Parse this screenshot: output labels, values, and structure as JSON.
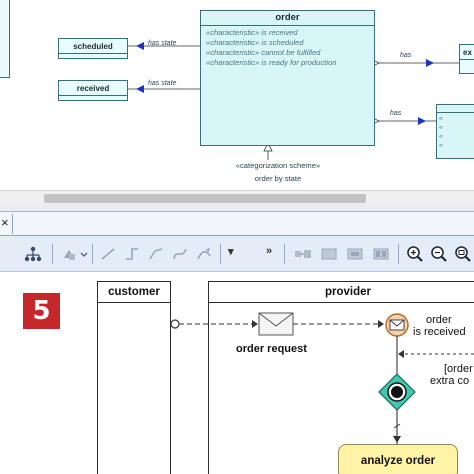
{
  "class_diagram": {
    "order_class": {
      "name": "order",
      "attributes": [
        "«characteristic» is received",
        "«characteristic» is scheduled",
        "«characteristic» cannot be fulfilled",
        "«characteristic» is ready for production"
      ]
    },
    "state_classes": [
      {
        "name": "scheduled"
      },
      {
        "name": "received"
      }
    ],
    "right_class_partial": {
      "name": "ex"
    },
    "associations": {
      "has_state_1": "has state",
      "has_state_2": "has state",
      "has_1": "has",
      "has_2": "has"
    },
    "categorization": {
      "stereotype": "«categorization scheme»",
      "name": "order by state"
    }
  },
  "tab_bar": {
    "close_symbol": "×"
  },
  "toolbar": {
    "overflow_label": "»",
    "icons": [
      "tree-layout-icon",
      "shape-tool-icon",
      "line-tool-icon",
      "rectilinear-line-icon",
      "oblique-line-icon",
      "bezier-line-icon",
      "spline-line-icon",
      "align-icon",
      "distribute-icon",
      "shape-size-icon",
      "group-icon",
      "zoom-in-icon",
      "zoom-out-icon",
      "zoom-fit-icon"
    ]
  },
  "activity_diagram": {
    "step_number": "5",
    "lanes": {
      "customer": "customer",
      "provider": "provider"
    },
    "send_signal_label": "order request",
    "receive_event_label_1": "order",
    "receive_event_label_2": "is received",
    "guard_label_1": "[order",
    "guard_label_2": "extra co",
    "action_label": "analyze order"
  },
  "colors": {
    "class_fill": "#d8f6f8",
    "class_border": "#3b6e7a",
    "association_arrow": "#1a35c2",
    "step_badge": "#c5282b",
    "action_fill": "#fff3a6",
    "decision_fill": "#3ec8b0",
    "toolbar_bg": "#e4ecf7"
  }
}
